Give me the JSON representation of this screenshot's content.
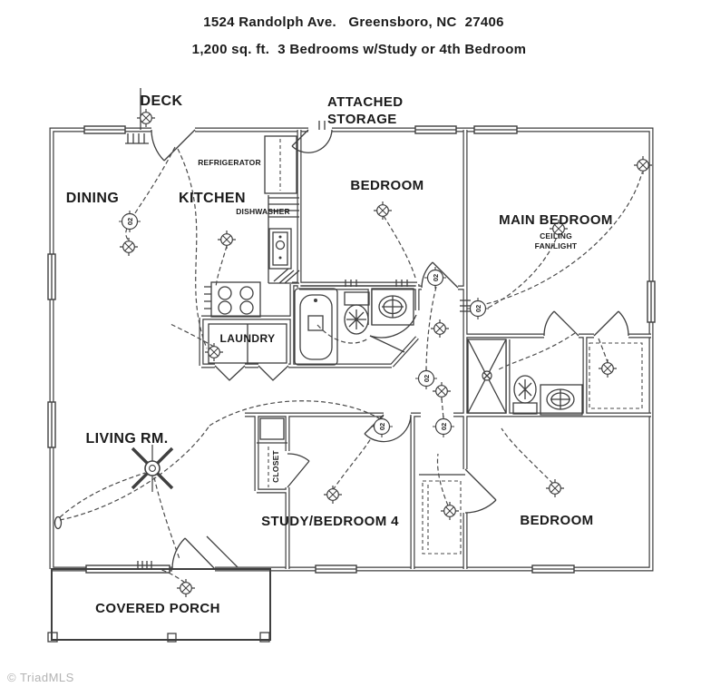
{
  "header": {
    "address_line": "1524 Randolph Ave.   Greensboro, NC  27406",
    "specs_line": "1,200 sq. ft.  3 Bedrooms w/Study or 4th Bedroom"
  },
  "rooms": {
    "deck": "DECK",
    "attached_storage_line1": "ATTACHED",
    "attached_storage_line2": "STORAGE",
    "dining": "DINING",
    "kitchen": "KITCHEN",
    "refrigerator": "REFRIGERATOR",
    "dishwasher": "DISHWASHER",
    "bedroom_top": "BEDROOM",
    "main_bedroom": "MAIN BEDROOM",
    "main_bedroom_note_line1": "CEILING",
    "main_bedroom_note_line2": "FAN/LIGHT",
    "laundry": "LAUNDRY",
    "living_room": "LIVING RM.",
    "closet": "CLOSET",
    "study": "STUDY/BEDROOM 4",
    "bedroom_bottom": "BEDROOM",
    "covered_porch": "COVERED PORCH"
  },
  "symbols": {
    "smoke_detector_label": "02",
    "light_fixture": "ceiling-light",
    "ceiling_fan": "ceiling-fan"
  },
  "watermark": "© TriadMLS",
  "colors": {
    "line": "#3d3d3d",
    "text": "#1b1b1b",
    "watermark": "#b3b3b3",
    "background": "#ffffff"
  }
}
